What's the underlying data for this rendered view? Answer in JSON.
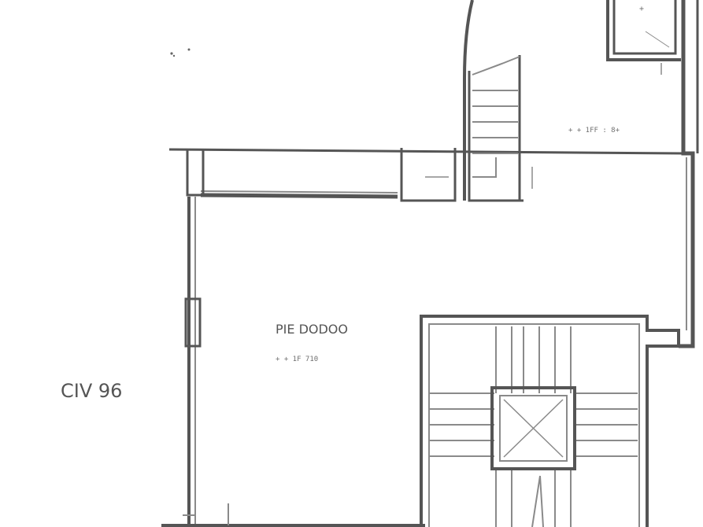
{
  "plan": {
    "outside_label": "CIV 96",
    "main_room": {
      "name": "PIE DODOO",
      "area": "+ + 1F 710"
    },
    "upper_room": {
      "area": "+ + 1FF : 8+"
    },
    "upper_right_room": {
      "mark": "+"
    },
    "colors": {
      "line": "#555555",
      "background": "#ffffff"
    }
  }
}
